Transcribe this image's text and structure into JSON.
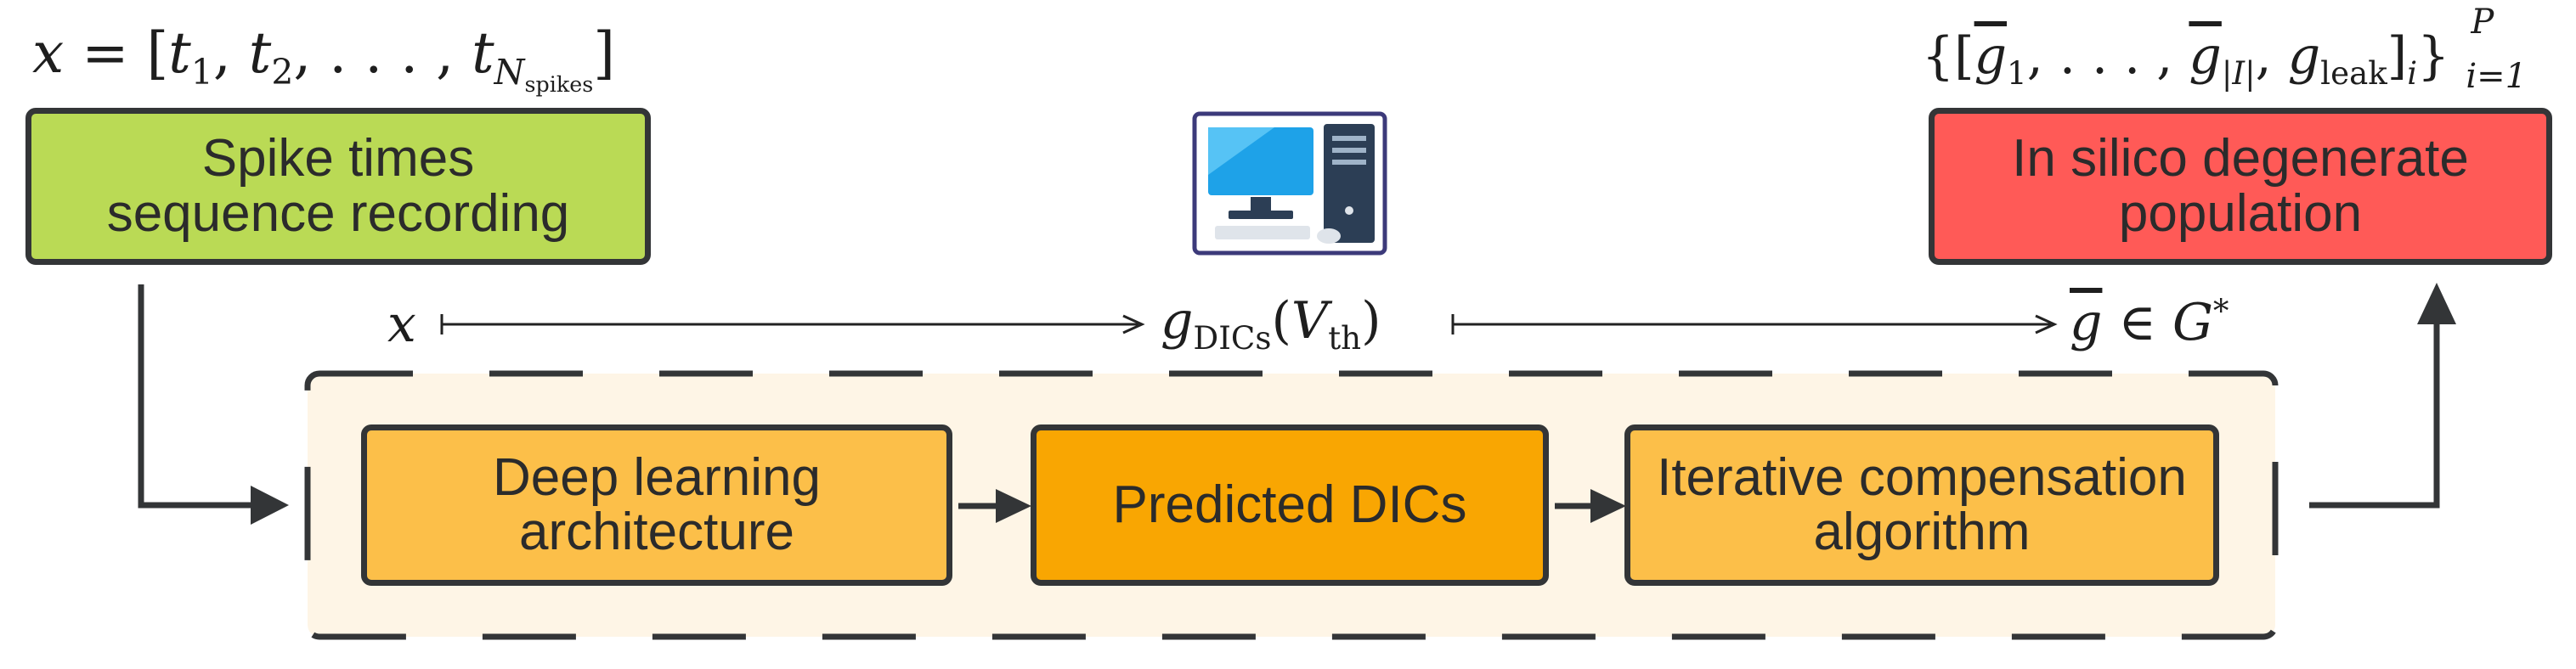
{
  "diagram": {
    "input_box": {
      "label": "Spike times\nsequence recording",
      "fill": "#bada55"
    },
    "output_box": {
      "label": "In silico degenerate\npopulation",
      "fill": "#ff5a57"
    },
    "pipeline": {
      "container_fill": "#fef5e6",
      "steps": [
        {
          "label": "Deep learning\narchitecture",
          "fill": "#fcbf49"
        },
        {
          "label": "Predicted DICs",
          "fill": "#f9a602"
        },
        {
          "label": "Iterative compensation\nalgorithm",
          "fill": "#fcbf49"
        }
      ]
    },
    "formulas": {
      "input": {
        "lhs": "x",
        "eq": " = [",
        "t1": "t",
        "t1_sub": "1",
        "t2": "t",
        "t2_sub": "2",
        "dots": ", . . . , ",
        "tn": "t",
        "tn_sub_sym": "N",
        "tn_sub_text": "spikes",
        "close": "]"
      },
      "output": {
        "open": "{[",
        "g1": "g",
        "g1_sub": "1",
        "mid": ", . . . , ",
        "gI": "g",
        "gI_sub": "|I|",
        "sep": ", ",
        "gl": "g",
        "gl_sub": "leak",
        "close": "]",
        "close_sub": "i",
        "close_brace": "}",
        "sup": "P",
        "sub": "i=1"
      },
      "map_left": "x",
      "map_mid": {
        "g": "g",
        "g_sub": "DICs",
        "open": "(",
        "v": "V",
        "v_sub": "th",
        "close": ")"
      },
      "map_right": {
        "g": "g",
        "rel": " ∈ ",
        "set": "G",
        "star": "*"
      }
    },
    "colors": {
      "stroke": "#333537",
      "monitor_blue": "#1ea2e8",
      "tower": "#2c3e55"
    }
  }
}
